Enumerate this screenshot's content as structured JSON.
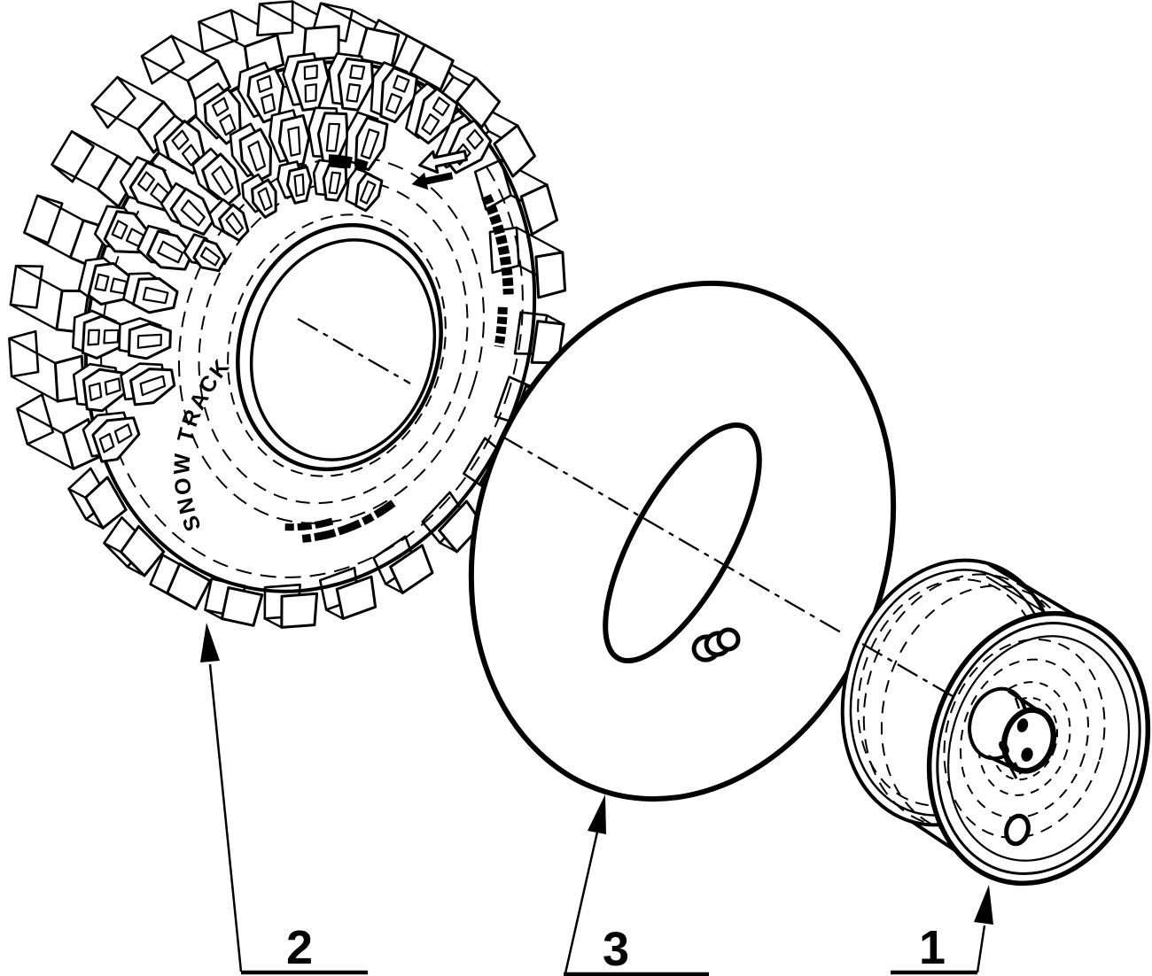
{
  "figure": {
    "type": "exploded-parts-diagram",
    "subject": "wheel and tire assembly"
  },
  "colors": {
    "line": "#000000",
    "background": "#ffffff"
  },
  "callouts": [
    {
      "number": "2",
      "part": "tire"
    },
    {
      "number": "3",
      "part": "inner-tube"
    },
    {
      "number": "1",
      "part": "rim"
    }
  ],
  "tire": {
    "sidewall_text": "SNOW TRACK",
    "illegible_markings": [
      "brand arc marking",
      "tire size arc marking",
      "two small text arcs near bead"
    ],
    "rotation_arrow": "double arrow pointing counterclockwise"
  }
}
